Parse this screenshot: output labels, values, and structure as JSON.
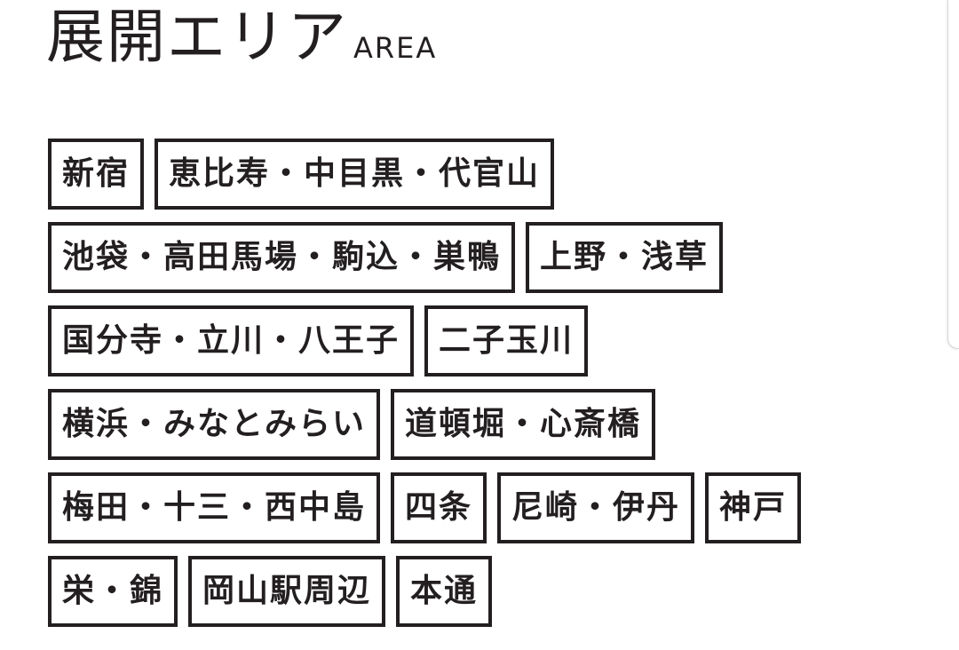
{
  "heading": {
    "title": "展開エリア",
    "subtitle": "AREA"
  },
  "areas": {
    "row0": [
      "新宿",
      "恵比寿・中目黒・代官山"
    ],
    "row1": [
      "池袋・高田馬場・駒込・巣鴨",
      "上野・浅草"
    ],
    "row2": [
      "国分寺・立川・八王子",
      "二子玉川"
    ],
    "row3": [
      "横浜・みなとみらい",
      "道頓堀・心斎橋"
    ],
    "row4": [
      "梅田・十三・西中島",
      "四条",
      "尼崎・伊丹",
      "神戸"
    ],
    "row5": [
      "栄・錦",
      "岡山駅周辺",
      "本通"
    ]
  }
}
